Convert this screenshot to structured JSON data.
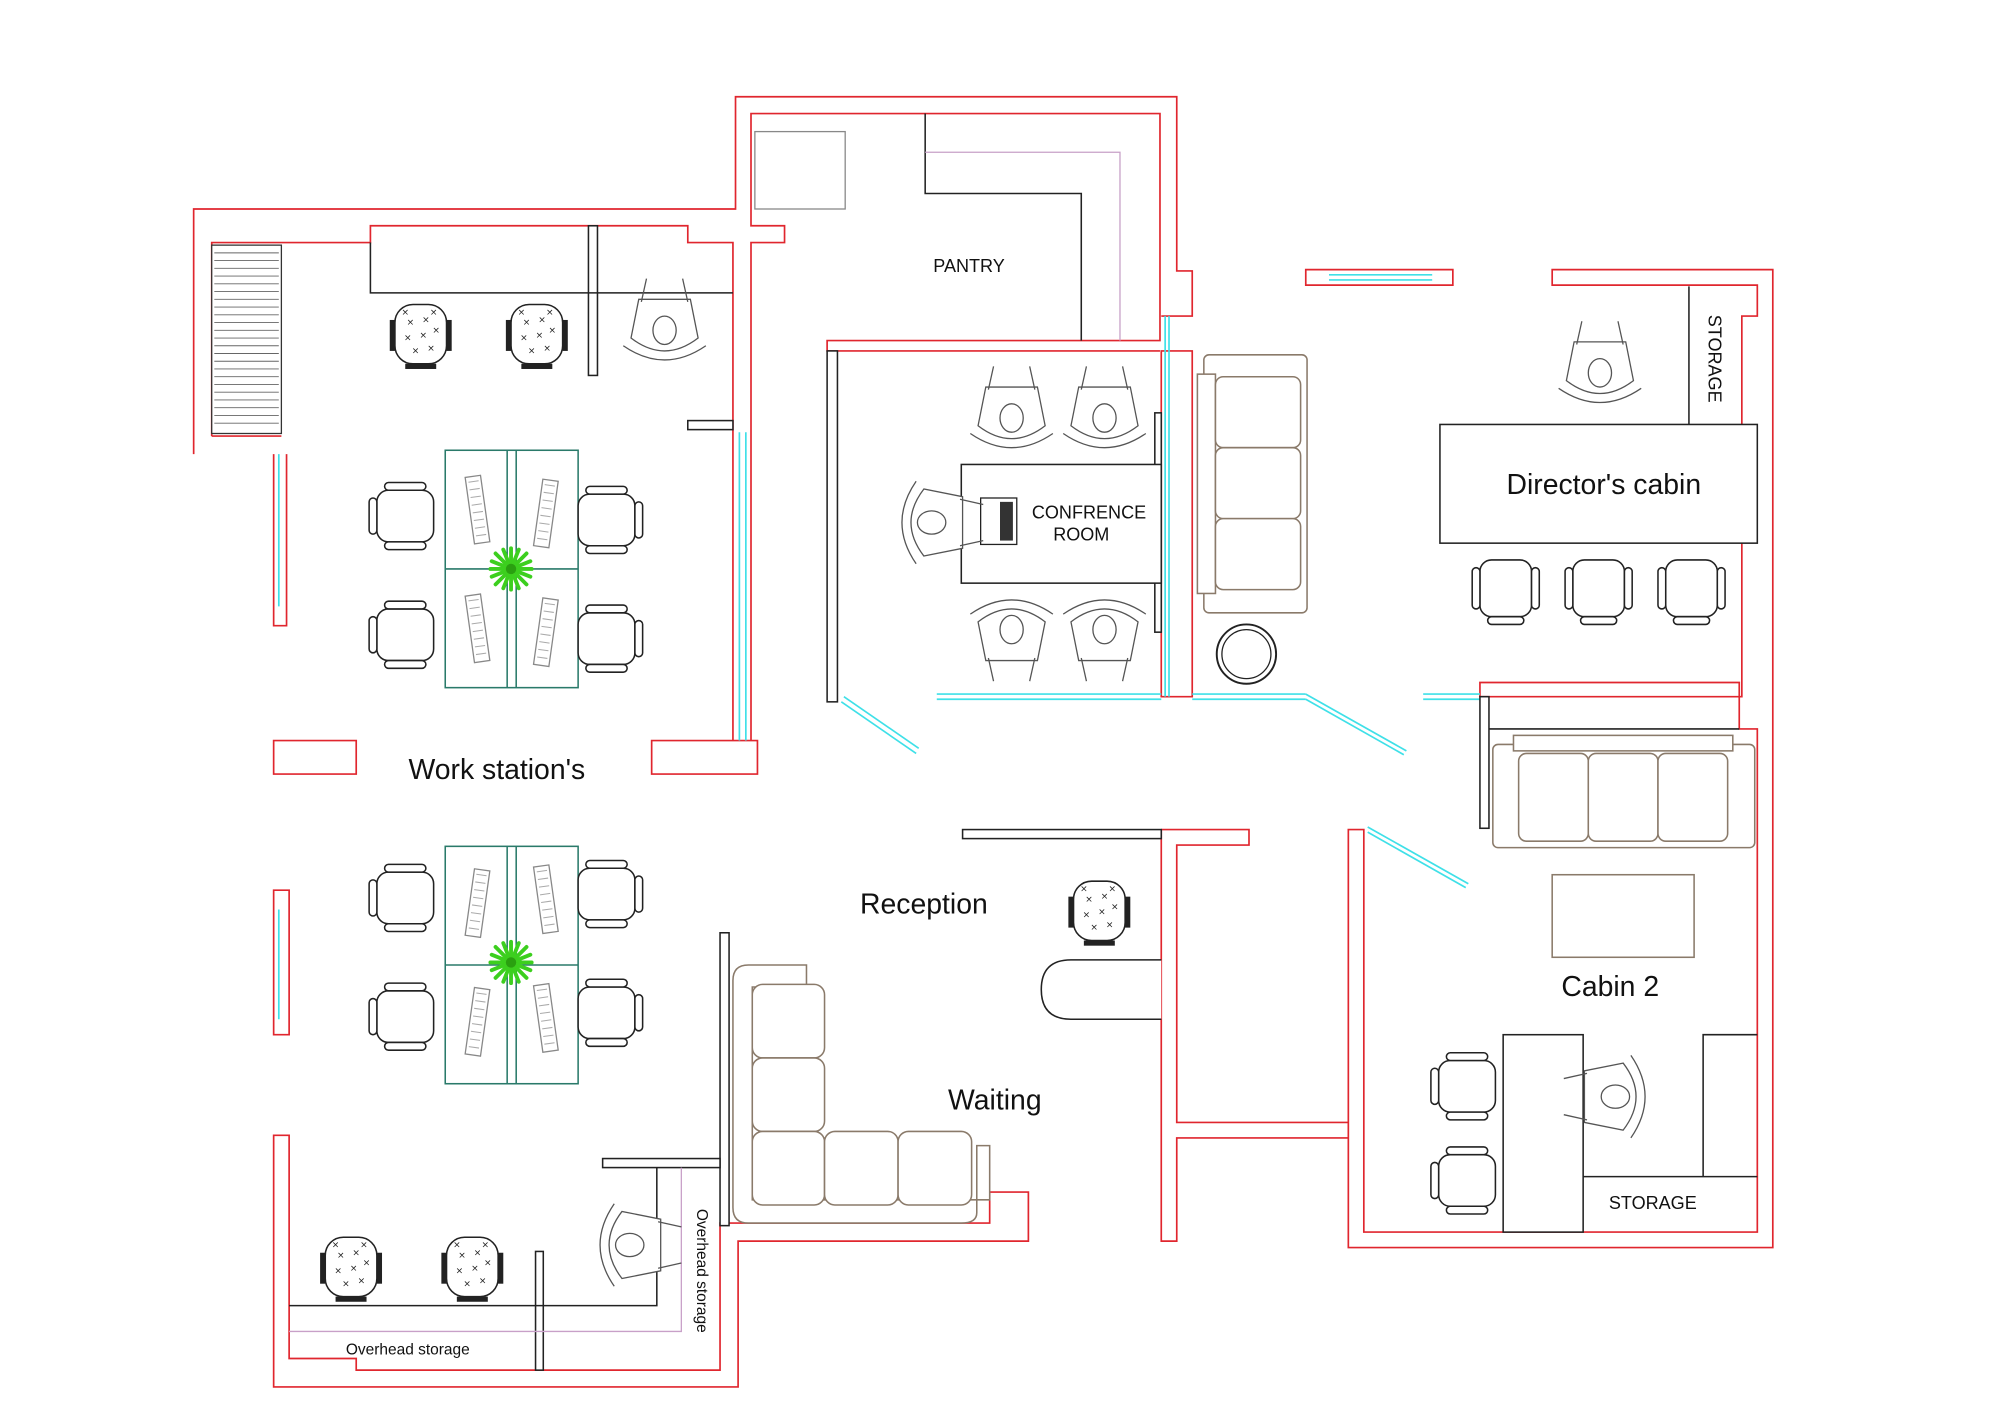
{
  "title": "Office floor plan",
  "rooms": {
    "pantry": "PANTRY",
    "conference_line1": "CONFRENCE",
    "conference_line2": "ROOM",
    "workstations": "Work station's",
    "directors_cabin": "Director's cabin",
    "directors_storage": "STORAGE",
    "reception": "Reception",
    "cabin2": "Cabin 2",
    "cabin2_storage": "STORAGE",
    "waiting": "Waiting",
    "overhead_storage_vertical": "Overhead storage",
    "overhead_storage_horizontal": "Overhead storage"
  },
  "colors": {
    "wall": "#e0262e",
    "glass": "#3fe0e8",
    "plant": "#3ccf1e",
    "desk": "#2a7a6a",
    "sofa": "#8a7a6a"
  }
}
